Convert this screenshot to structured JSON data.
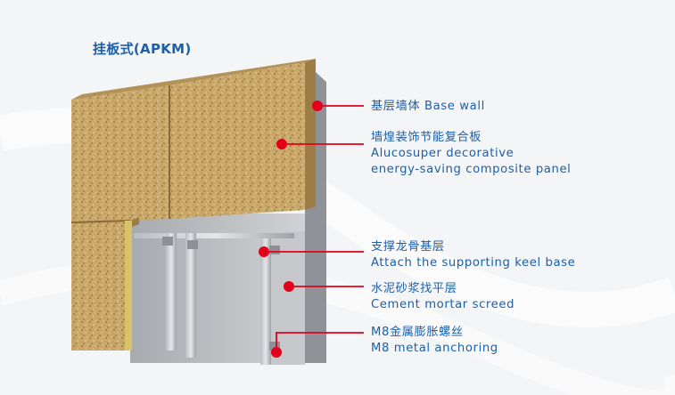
{
  "title": "挂板式(APKM)",
  "colors": {
    "accent_text": "#1d5fa8",
    "marker_dot": "#e3001b",
    "leader_line": "#e3001b",
    "panel_stone": "#c9a86a",
    "wall_gray": "#b9bcc0"
  },
  "callouts": [
    {
      "id": "base-wall",
      "lines": [
        "基层墙体 Base wall"
      ]
    },
    {
      "id": "decorative-panel",
      "lines": [
        "墙煌装饰节能复合板",
        "Alucosuper decorative",
        "energy-saving composite panel"
      ]
    },
    {
      "id": "keel-base",
      "lines": [
        "支撑龙骨基层",
        "Attach the supporting keel base"
      ]
    },
    {
      "id": "mortar-screed",
      "lines": [
        "水泥砂浆找平层",
        "Cement mortar screed"
      ]
    },
    {
      "id": "anchoring",
      "lines": [
        "M8金属膨胀螺丝",
        "M8 metal anchoring"
      ]
    }
  ]
}
